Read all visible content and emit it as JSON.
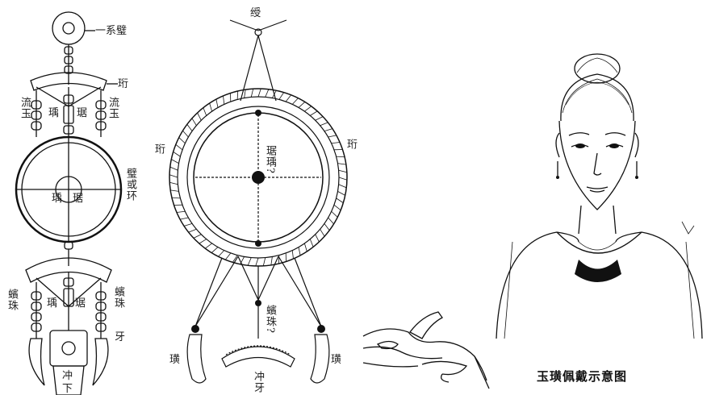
{
  "panel1": {
    "labels": {
      "xi_bi": "一系璧",
      "heng": "珩",
      "liu_l": "流玉",
      "liu_r": "流玉",
      "yu": "瑀",
      "ju": "琚",
      "bi_huan": "璧或环",
      "center_yu": "瑀",
      "center_ju": "琚",
      "bin_l": "蠙珠",
      "bin_r": "蠙珠",
      "yu2": "瑀",
      "ju2": "琚",
      "ya": "牙",
      "chong": "冲",
      "xia": "下"
    }
  },
  "panel2": {
    "labels": {
      "shou": "绶",
      "heng_l": "珩",
      "heng_r": "珩",
      "juyu": "琚瑀?",
      "binzhu": "蠙珠?",
      "huang_l": "璜",
      "huang_r": "璜",
      "chongya": "冲牙"
    }
  },
  "panel4": {
    "caption": "玉璜佩戴示意图"
  },
  "colors": {
    "ink": "#111111",
    "pendant": "#111111",
    "background": "#ffffff"
  }
}
